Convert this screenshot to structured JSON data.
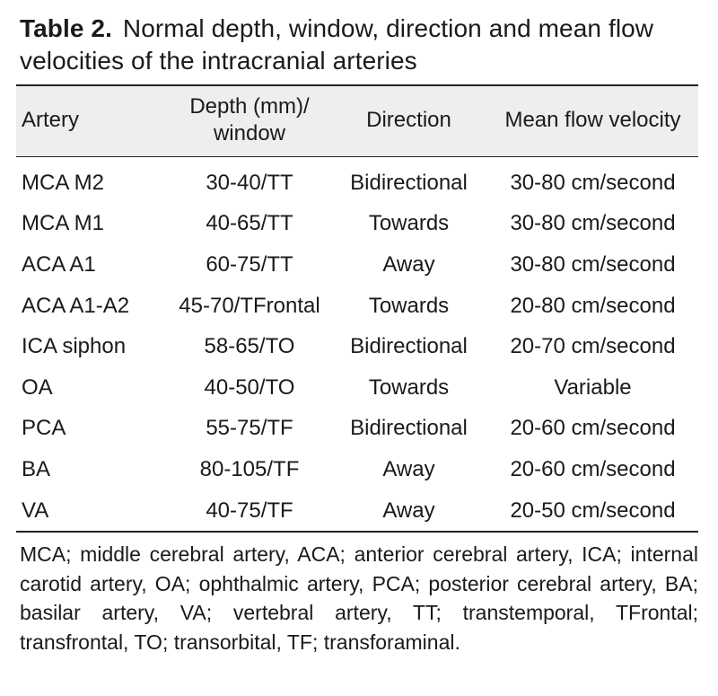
{
  "caption": {
    "label": "Table 2.",
    "text": "Normal depth, window, direction and mean flow velocities of the intracranial arteries"
  },
  "table": {
    "headers": {
      "artery": "Artery",
      "depth_line1": "Depth (mm)/",
      "depth_line2": "window",
      "direction": "Direction",
      "velocity": "Mean flow velocity"
    },
    "rows": [
      [
        "MCA M2",
        "30-40/TT",
        "Bidirectional",
        "30-80 cm/second"
      ],
      [
        "MCA M1",
        "40-65/TT",
        "Towards",
        "30-80 cm/second"
      ],
      [
        "ACA A1",
        "60-75/TT",
        "Away",
        "30-80 cm/second"
      ],
      [
        "ACA A1-A2",
        "45-70/TFrontal",
        "Towards",
        "20-80 cm/second"
      ],
      [
        "ICA siphon",
        "58-65/TO",
        "Bidirectional",
        "20-70 cm/second"
      ],
      [
        "OA",
        "40-50/TO",
        "Towards",
        "Variable"
      ],
      [
        "PCA",
        "55-75/TF",
        "Bidirectional",
        "20-60 cm/second"
      ],
      [
        "BA",
        "80-105/TF",
        "Away",
        "20-60 cm/second"
      ],
      [
        "VA",
        "40-75/TF",
        "Away",
        "20-50 cm/second"
      ]
    ]
  },
  "footnote": "MCA; middle cerebral artery, ACA; anterior cerebral artery, ICA; internal carotid artery, OA; ophthalmic artery, PCA; posterior cerebral artery, BA; basilar artery, VA; vertebral artery, TT; transtemporal, TFrontal; transfrontal, TO; transorbital, TF; transforaminal."
}
